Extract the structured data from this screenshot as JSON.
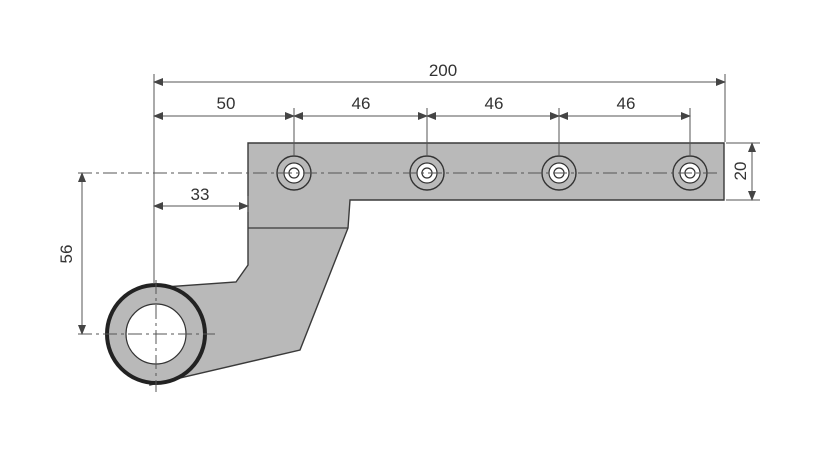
{
  "drawing": {
    "colors": {
      "part_fill": "#b9b9b9",
      "outline": "#3a3a3a",
      "dim_line": "#555555",
      "background": "#ffffff"
    },
    "dimensions": {
      "overall_length": "200",
      "first_hole_offset": "50",
      "hole_pitch_1": "46",
      "hole_pitch_2": "46",
      "hole_pitch_3": "46",
      "offset_33": "33",
      "height_56": "56",
      "width_20": "20"
    }
  }
}
